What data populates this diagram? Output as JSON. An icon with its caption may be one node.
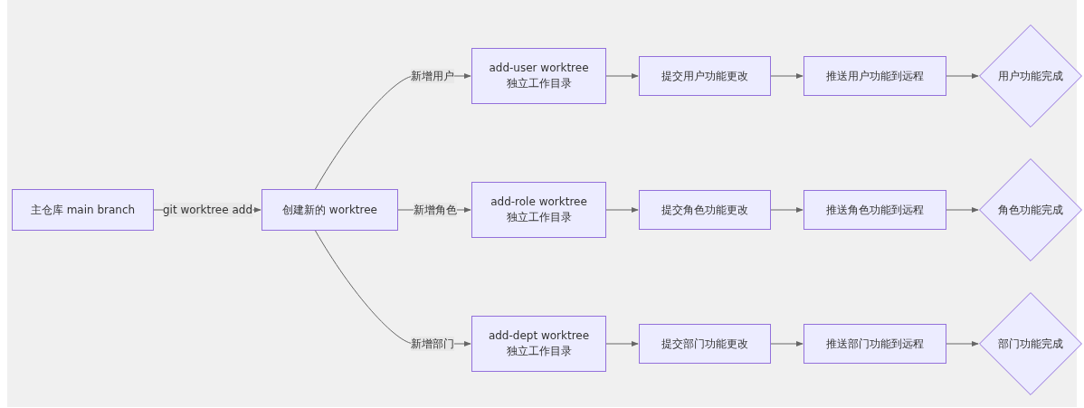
{
  "diagram": {
    "nodes": [
      {
        "text": [
          "主仓库 main branch"
        ]
      },
      {
        "text": [
          "创建新的 worktree"
        ]
      },
      {
        "text": [
          "add-user worktree 独立工作目录"
        ]
      },
      {
        "text": [
          "提交用户功能更改"
        ]
      },
      {
        "text": [
          "推送用户功能到远程"
        ]
      },
      {
        "text": [
          "用户功能完成"
        ]
      },
      {
        "text": [
          "add-role worktree 独立工作目录"
        ]
      },
      {
        "text": [
          "提交角色功能更改"
        ]
      },
      {
        "text": [
          "推送角色功能到远程"
        ]
      },
      {
        "text": [
          "角色功能完成"
        ]
      },
      {
        "text": [
          "add-dept worktree 独立工作目录"
        ]
      },
      {
        "text": [
          "提交部门功能更改"
        ]
      },
      {
        "text": [
          "推送部门功能到远程"
        ]
      },
      {
        "text": [
          "部门功能完成"
        ]
      }
    ],
    "edges": [
      {
        "from": 0,
        "to": 1,
        "arrow": "to",
        "label": "git worktree add"
      },
      {
        "from": 1,
        "to": 2,
        "arrow": "to",
        "label": "新增用户"
      },
      {
        "from": 1,
        "to": 6,
        "arrow": "to",
        "label": "新增角色"
      },
      {
        "from": 1,
        "to": 10,
        "arrow": "to",
        "label": "新增部门"
      },
      {
        "from": 2,
        "to": 3,
        "arrow": "to"
      },
      {
        "from": 3,
        "to": 4,
        "arrow": "to"
      },
      {
        "from": 4,
        "to": 5,
        "arrow": "to"
      },
      {
        "from": 6,
        "to": 7,
        "arrow": "to"
      },
      {
        "from": 7,
        "to": 8,
        "arrow": "to"
      },
      {
        "from": 8,
        "to": 9,
        "arrow": "to"
      },
      {
        "from": 10,
        "to": 11,
        "arrow": "to"
      },
      {
        "from": 11,
        "to": 12,
        "arrow": "to"
      },
      {
        "from": 12,
        "to": 13,
        "arrow": "to"
      }
    ]
  }
}
